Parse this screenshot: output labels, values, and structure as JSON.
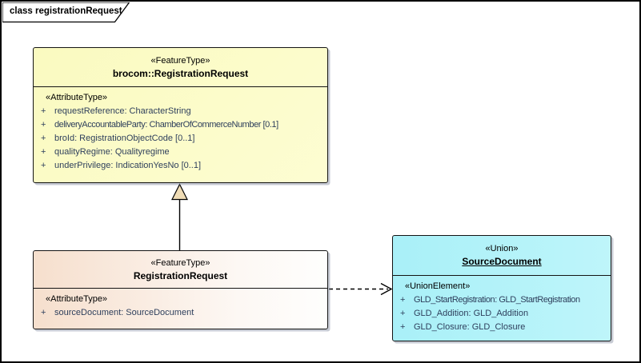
{
  "frame": {
    "title": "class registrationRequest"
  },
  "colors": {
    "class_yellow": "#fafac0",
    "class_peach": "#f6dfcd",
    "class_cyan": "#a9f0f8",
    "attribute_text": "#2e3f5c",
    "border": "#141414",
    "generalization_triangle_fill": "#efdcb5",
    "background": "#ffffff"
  },
  "classes": [
    {
      "stereotype": "«FeatureType»",
      "name": "brocom::RegistrationRequest",
      "compartment_label": "«AttributeType»",
      "attributes": [
        {
          "vis": "+",
          "text": "requestReference: CharacterString"
        },
        {
          "vis": "+",
          "text": "deliveryAccountableParty: ChamberOfCommerceNumber [0.1]"
        },
        {
          "vis": "+",
          "text": "broId: RegistrationObjectCode [0..1]"
        },
        {
          "vis": "+",
          "text": "qualityRegime: Qualityregime"
        },
        {
          "vis": "+",
          "text": "underPrivilege: IndicationYesNo [0..1]"
        }
      ]
    },
    {
      "stereotype": "«FeatureType»",
      "name": "RegistrationRequest",
      "compartment_label": "«AttributeType»",
      "attributes": [
        {
          "vis": "+",
          "text": "sourceDocument: SourceDocument"
        }
      ]
    },
    {
      "stereotype": "«Union»",
      "name": "SourceDocument",
      "compartment_label": "«UnionElement»",
      "attributes": [
        {
          "vis": "+",
          "text": "GLD_StartRegistration: GLD_StartRegistration"
        },
        {
          "vis": "+",
          "text": "GLD_Addition: GLD_Addition"
        },
        {
          "vis": "+",
          "text": "GLD_Closure: GLD_Closure"
        }
      ]
    }
  ],
  "relations": [
    {
      "type": "generalization",
      "from": "RegistrationRequest",
      "to": "brocom::RegistrationRequest"
    },
    {
      "type": "dependency",
      "from": "RegistrationRequest",
      "to": "SourceDocument",
      "line_style": "dashed"
    }
  ]
}
